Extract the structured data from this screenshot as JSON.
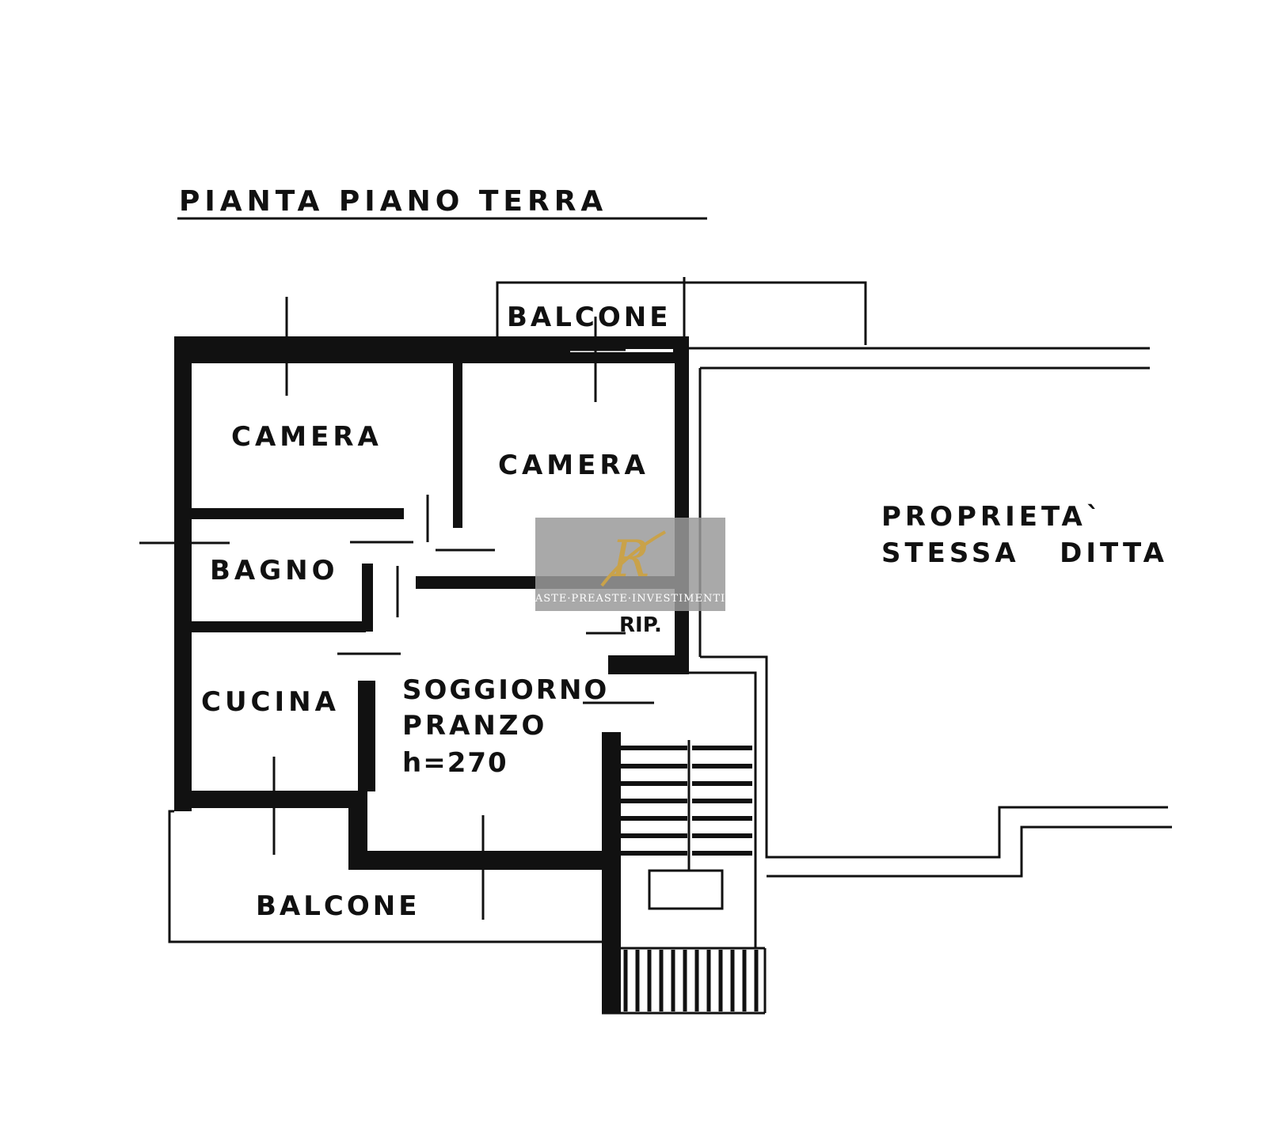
{
  "title": "PIANTA PIANO TERRA",
  "rooms": {
    "camera_left": "CAMERA",
    "camera_right": "CAMERA",
    "bagno": "BAGNO",
    "cucina": "CUCINA",
    "soggiorno_line1": "SOGGIORNO",
    "soggiorno_line2": "PRANZO",
    "height": "h=270",
    "rip": "RIP.",
    "balcone_top": "BALCONE",
    "balcone_bottom": "BALCONE"
  },
  "neighbor": {
    "line1": "PROPRIETA`",
    "line2": "STESSA   DITTA"
  },
  "watermark": {
    "monogram": "R",
    "caption": "ASTE·PREASTE·INVESTIMENTI",
    "box_color": "#9a9a9a",
    "gold_color": "#c9a24a"
  },
  "colors": {
    "ink": "#111111",
    "background": "#ffffff"
  }
}
